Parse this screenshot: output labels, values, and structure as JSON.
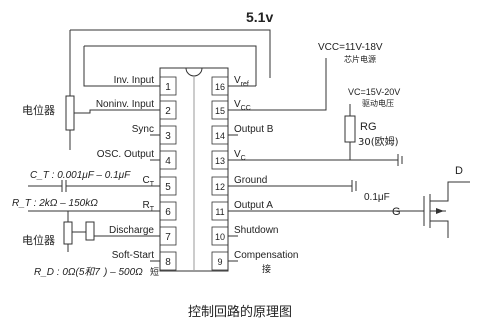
{
  "supply_label": "5.1v",
  "vcc_label": "VCC=11V-18V",
  "vcc_note": "芯片电源",
  "vc_label": "VC=15V-20V",
  "vc_note": "驱动电压",
  "rg_label": "RG",
  "rg_value": "30(欧姆)",
  "cap_label": "0.1μF",
  "pot_label_top": "电位器",
  "pot_label_bottom": "电位器",
  "ct_note": "C_T : 0.001μF – 0.1μF",
  "rt_note": "R_T : 2kΩ – 150kΩ",
  "rd_note_left": "R_D : 0Ω(5和7",
  "rd_note_right": ") – 500Ω",
  "rd_note_tail": "短",
  "comp_tail": "接",
  "label_D": "D",
  "label_G": "G",
  "caption": "控制回路的原理图",
  "pins_left": [
    {
      "num": "1",
      "label": "Inv. Input"
    },
    {
      "num": "2",
      "label": "Noninv. Input"
    },
    {
      "num": "3",
      "label": "Sync"
    },
    {
      "num": "4",
      "label": "OSC. Output"
    },
    {
      "num": "5",
      "label": "C_T"
    },
    {
      "num": "6",
      "label": "R_T"
    },
    {
      "num": "7",
      "label": "Discharge"
    },
    {
      "num": "8",
      "label": "Soft-Start"
    }
  ],
  "pins_right": [
    {
      "num": "16",
      "label": "V_ref"
    },
    {
      "num": "15",
      "label": "V_CC"
    },
    {
      "num": "14",
      "label": "Output B"
    },
    {
      "num": "13",
      "label": "V_C"
    },
    {
      "num": "12",
      "label": "Ground"
    },
    {
      "num": "11",
      "label": "Output A"
    },
    {
      "num": "10",
      "label": "Shutdown"
    },
    {
      "num": "9",
      "label": "Compensation"
    }
  ]
}
